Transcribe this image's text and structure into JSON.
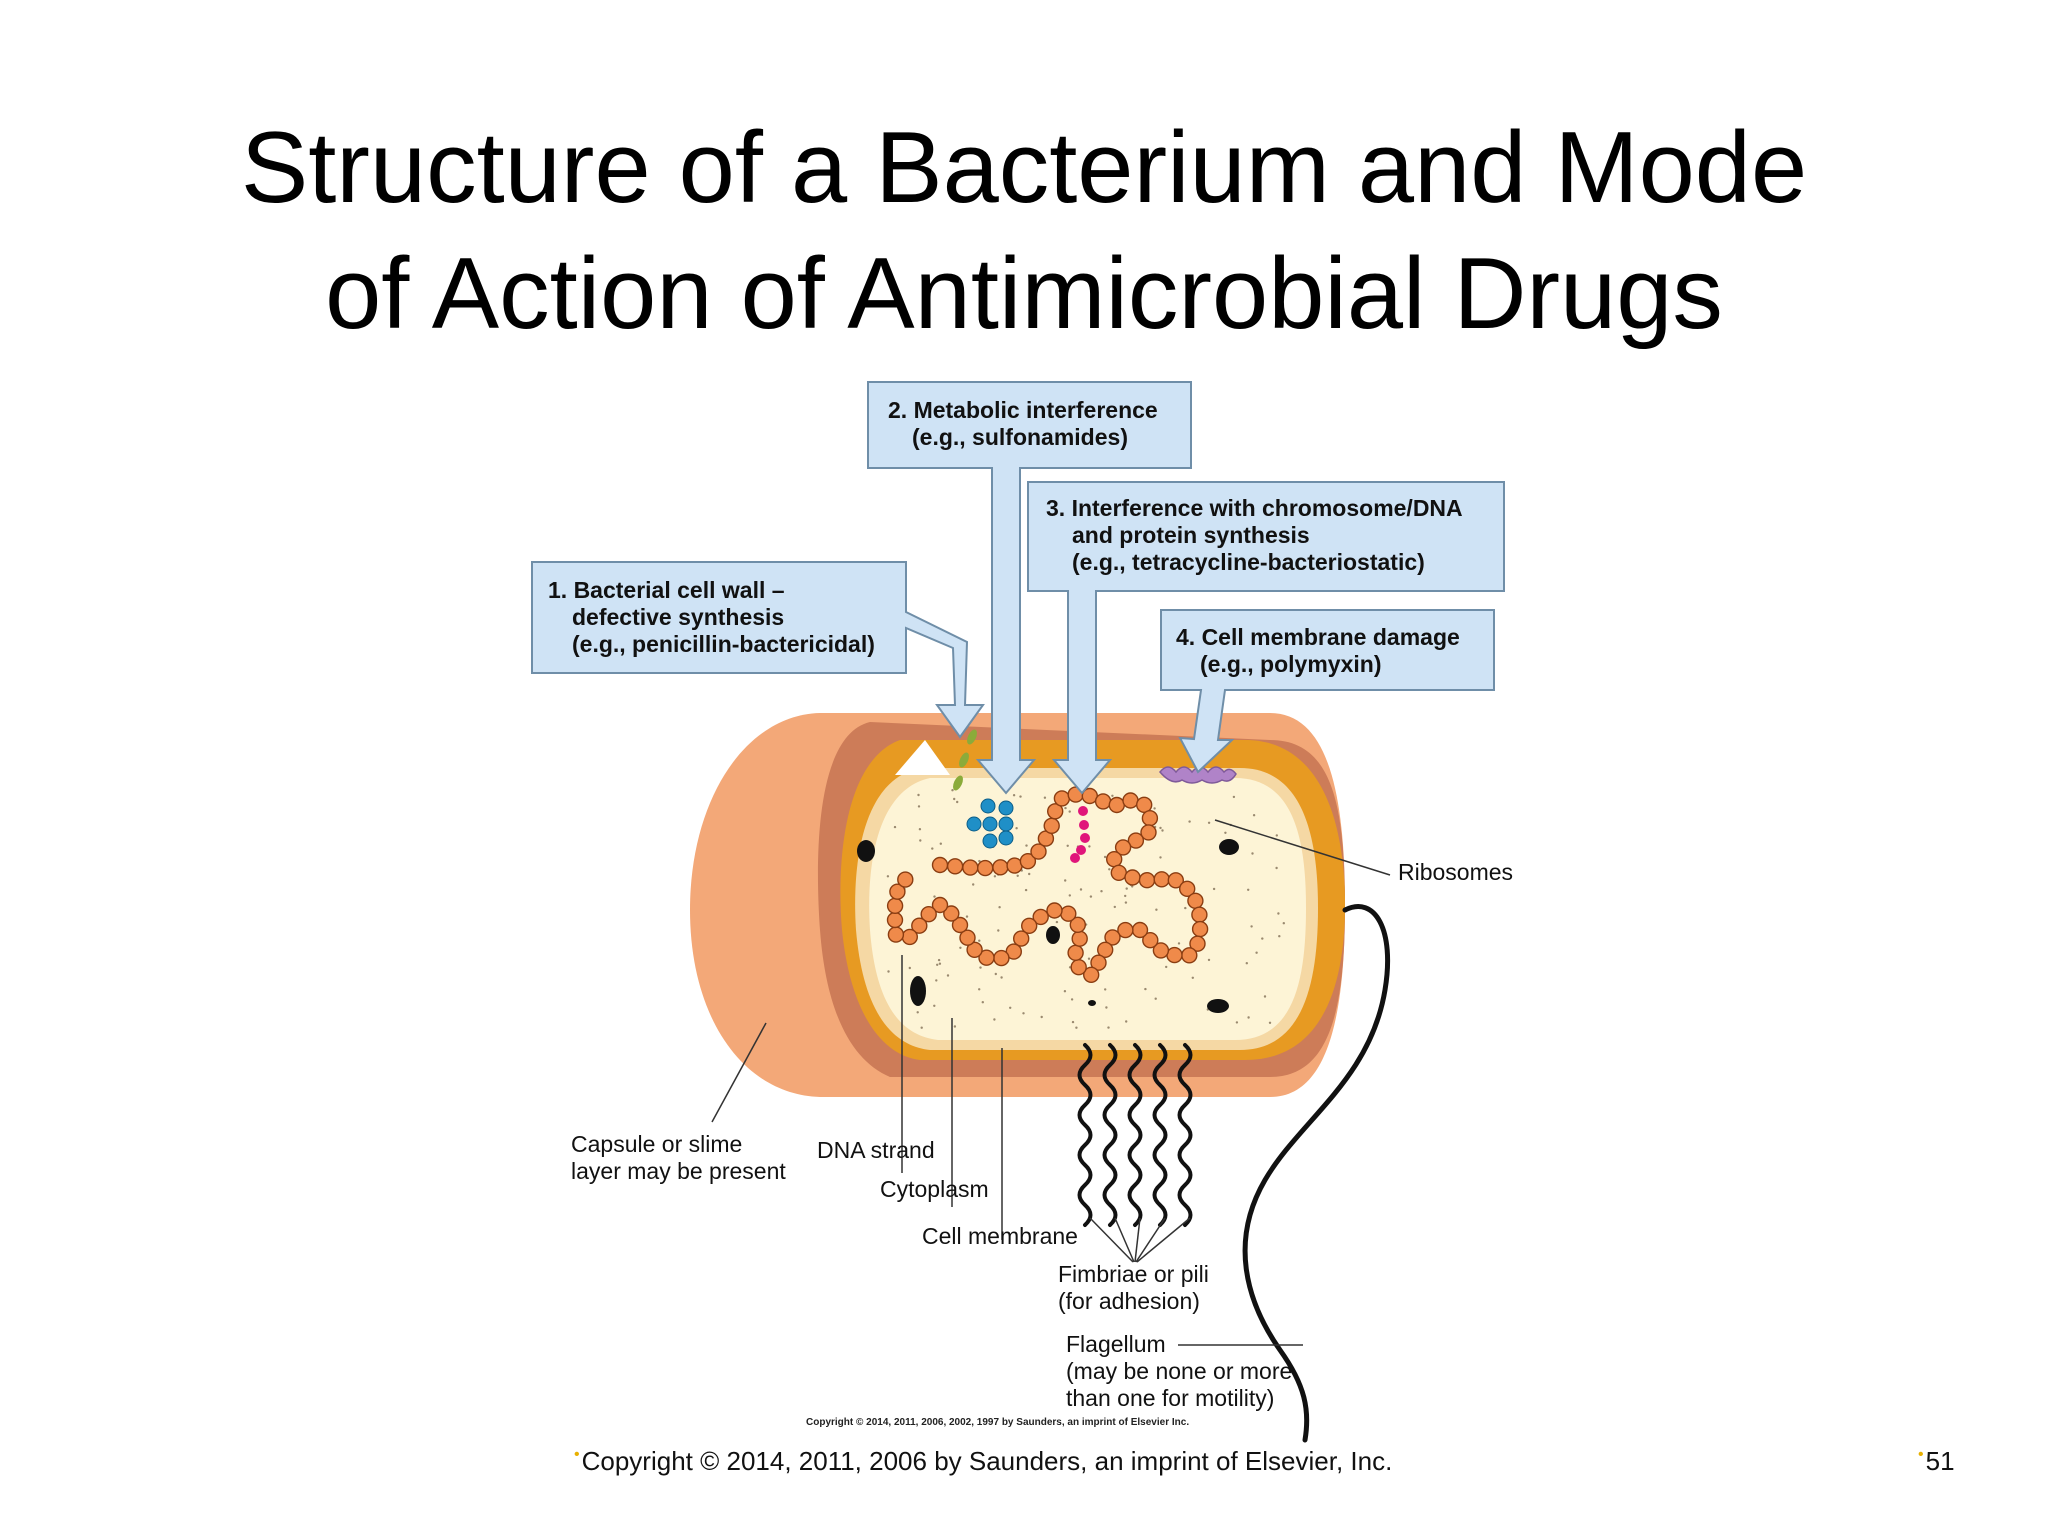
{
  "slide": {
    "title_line1": "Structure of a Bacterium and Mode",
    "title_line2": "of Action of Antimicrobial Drugs",
    "footer_copyright": "Copyright © 2014, 2011, 2006 by Saunders, an imprint of Elsevier, Inc.",
    "page_number": "51"
  },
  "diagram": {
    "callouts": {
      "c1": [
        "1. Bacterial cell wall –",
        "defective synthesis",
        "(e.g., penicillin-bactericidal)"
      ],
      "c2": [
        "2. Metabolic interference",
        "(e.g., sulfonamides)"
      ],
      "c3": [
        "3. Interference with chromosome/DNA",
        "and protein synthesis",
        "(e.g., tetracycline-bacteriostatic)"
      ],
      "c4": [
        "4. Cell membrane damage",
        "(e.g., polymyxin)"
      ]
    },
    "labels": {
      "ribosomes": "Ribosomes",
      "capsule": [
        "Capsule or slime",
        "layer may be present"
      ],
      "dna_strand": "DNA strand",
      "cytoplasm": "Cytoplasm",
      "cell_membrane": "Cell membrane",
      "fimbriae": [
        "Fimbriae or pili",
        "(for adhesion)"
      ],
      "flagellum": [
        "Flagellum",
        "(may be none or more",
        "than one for motility)"
      ]
    },
    "figure_copyright": "Copyright © 2014, 2011, 2006, 2002, 1997 by Saunders, an imprint of Elsevier Inc."
  },
  "colors": {
    "callout_fill": "#cfe3f5",
    "callout_stroke": "#6f8ea8",
    "capsule": "#f3a878",
    "cell_wall": "#e79a22",
    "cytoplasm": "#fdf4d6",
    "dna": "#ef8a4a",
    "drug_blue": "#1f8fc7",
    "drug_pink": "#e0157a",
    "drug_green": "#8bab3a",
    "membrane_damage": "#b083c8"
  }
}
